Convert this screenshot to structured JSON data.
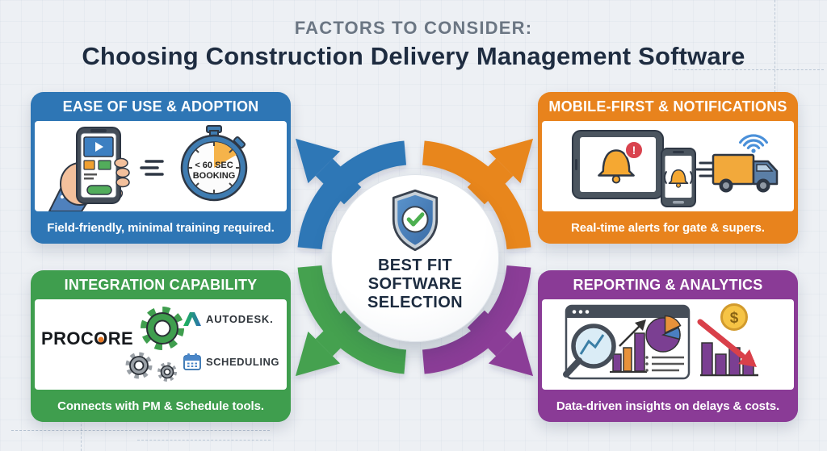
{
  "palette": {
    "blue": "#2e76b5",
    "orange": "#e8831d",
    "green": "#3f9e4e",
    "purple": "#8a3b96",
    "title_dark": "#1e2c40",
    "kicker_gray": "#6b7683",
    "background": "#edf0f4",
    "alert_red": "#d9434e",
    "coin_yellow": "#f6c445"
  },
  "title": {
    "kicker": "FACTORS TO CONSIDER:",
    "main": "Choosing Construction Delivery Management Software"
  },
  "center": {
    "icon": "shield-check-icon",
    "lines": [
      "BEST FIT",
      "SOFTWARE",
      "SELECTION"
    ]
  },
  "icons": {
    "center": "shield-check-icon",
    "ease": [
      "hand-holding-phone-icon",
      "stopwatch-icon"
    ],
    "mobile": [
      "tablet-alert-icon",
      "phone-alert-icon",
      "delivery-truck-wifi-icon"
    ],
    "integration": [
      "procore-logo",
      "gears-icon",
      "autodesk-logo",
      "calendar-icon"
    ],
    "reporting": [
      "analytics-dashboard-magnifier-icon",
      "cost-decline-chart-icon"
    ]
  },
  "quadrants": {
    "ease": {
      "header": "EASE OF USE & ADOPTION",
      "footer": "Field-friendly, minimal training required.",
      "stopwatch": {
        "line1": "< 60 SEC",
        "line2": "BOOKING"
      }
    },
    "mobile": {
      "header": "MOBILE-FIRST & NOTIFICATIONS",
      "footer": "Real-time alerts for gate & supers.",
      "alert_badge": "!"
    },
    "integration": {
      "header": "INTEGRATION CAPABILITY",
      "footer": "Connects with PM & Schedule tools.",
      "logos": {
        "procore_pre": "PROC",
        "procore_o": "O",
        "procore_post": "RE",
        "autodesk": "AUTODESK.",
        "scheduling": "SCHEDULING"
      }
    },
    "reporting": {
      "header": "REPORTING & ANALYTICS",
      "footer": "Data-driven insights on delays & costs.",
      "coin_symbol": "$"
    }
  }
}
